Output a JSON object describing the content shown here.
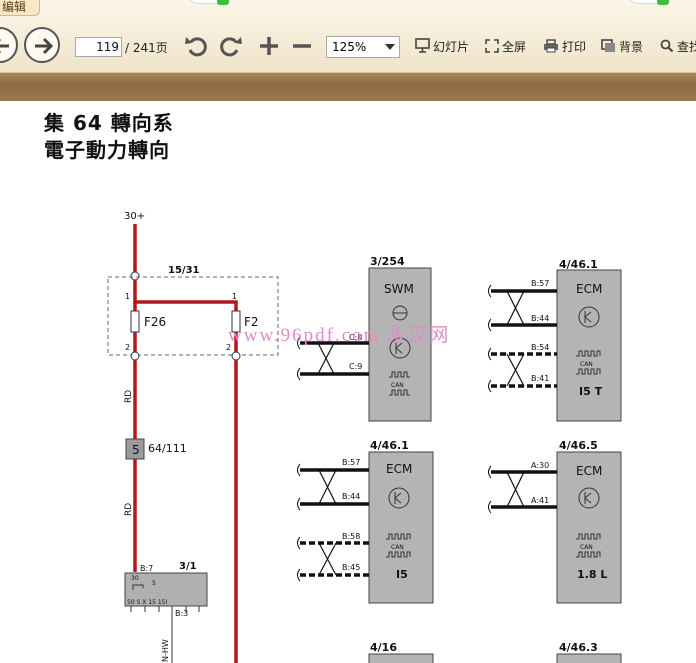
{
  "toolbar": {
    "edit_tab": "编辑",
    "page_current": "119",
    "page_total": "/ 241页",
    "zoom": "125%",
    "actions": {
      "slideshow": "幻灯片",
      "fullscreen": "全屏",
      "print": "打印",
      "background": "背景",
      "find": "查找"
    }
  },
  "document": {
    "title_line1": "集 64 轉向系",
    "title_line2": "電子動力轉向",
    "watermark": "www.96pdf.com 永汉网",
    "labels": {
      "supply": "30+",
      "fuse_box": "15/31",
      "fuse_f26": "F26",
      "fuse_f2": "F2",
      "pin_1a": "1",
      "pin_1b": "1",
      "pin_2a": "2",
      "pin_2b": "2",
      "wire_rd_1": "RD",
      "wire_rd_2": "RD",
      "connector_num": "5",
      "connector_ref": "64/111",
      "relay_ref": "3/1",
      "relay_b7": "B:7",
      "relay_b3": "B:3",
      "relay_30": "30",
      "relay_5": "5",
      "relay_pins": "50  S   X   15    15I",
      "wire_can_hw": "N-HW"
    },
    "modules": [
      {
        "ref": "3/254",
        "name": "SWM",
        "footer": "",
        "pins": [
          "C:8",
          "C:9"
        ]
      },
      {
        "ref": "4/46.1",
        "name": "ECM",
        "footer": "I5 T",
        "pins": [
          "B:57",
          "B:44",
          "B:54",
          "B:41"
        ]
      },
      {
        "ref": "4/46.1",
        "name": "ECM",
        "footer": "I5",
        "pins": [
          "B:57",
          "B:44",
          "B:58",
          "B:45"
        ]
      },
      {
        "ref": "4/46.5",
        "name": "ECM",
        "footer": "1.8 L",
        "pins": [
          "A:30",
          "A:41"
        ]
      },
      {
        "ref": "4/16",
        "name": "",
        "footer": "",
        "pins": []
      },
      {
        "ref": "4/46.3",
        "name": "",
        "footer": "",
        "pins": []
      }
    ],
    "can_label": "CAN"
  }
}
